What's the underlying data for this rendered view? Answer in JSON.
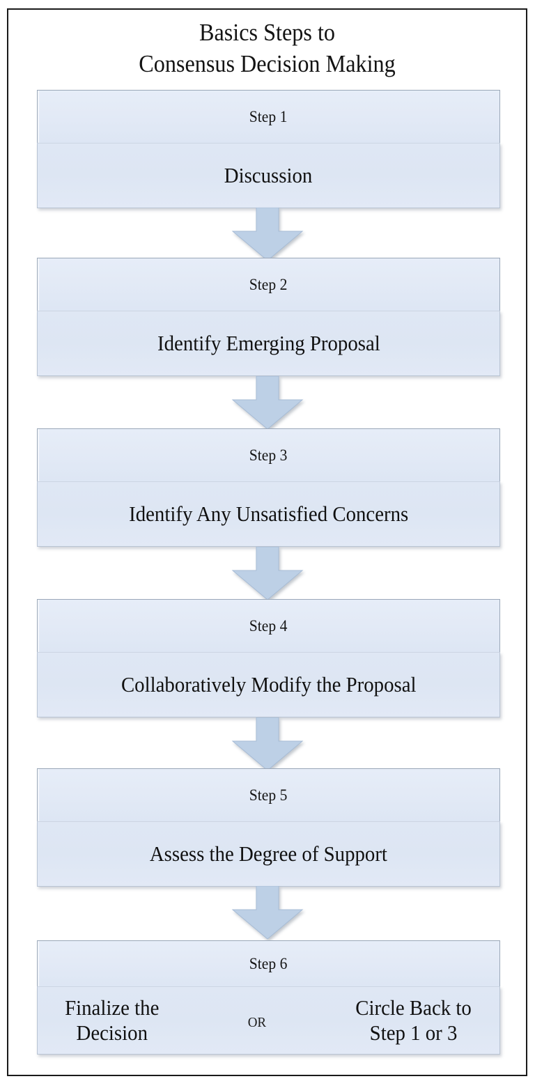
{
  "title": {
    "line1": "Basics Steps to",
    "line2": "Consensus Decision Making"
  },
  "colors": {
    "frame_border": "#1a1a1a",
    "box_fill_top": "#e6edf8",
    "box_fill_bottom": "#dfe7f4",
    "box_border": "#9aa7b8",
    "arrow_fill": "#bdd0e6",
    "arrow_border": "#9cb3cf",
    "text": "#101010",
    "page_background": "#ffffff"
  },
  "flowchart": {
    "type": "flowchart",
    "orientation": "vertical",
    "connector": "down-arrow",
    "steps": [
      {
        "label": "Step 1",
        "text": "Discussion"
      },
      {
        "label": "Step 2",
        "text": "Identify Emerging Proposal"
      },
      {
        "label": "Step 3",
        "text": "Identify Any Unsatisfied Concerns"
      },
      {
        "label": "Step 4",
        "text": "Collaboratively Modify the Proposal"
      },
      {
        "label": "Step 5",
        "text": "Assess the Degree of Support"
      }
    ],
    "final_step": {
      "label": "Step 6",
      "option_left_line1": "Finalize the",
      "option_left_line2": "Decision",
      "conjunction": "OR",
      "option_right_line1": "Circle Back to",
      "option_right_line2": "Step 1 or 3"
    }
  }
}
